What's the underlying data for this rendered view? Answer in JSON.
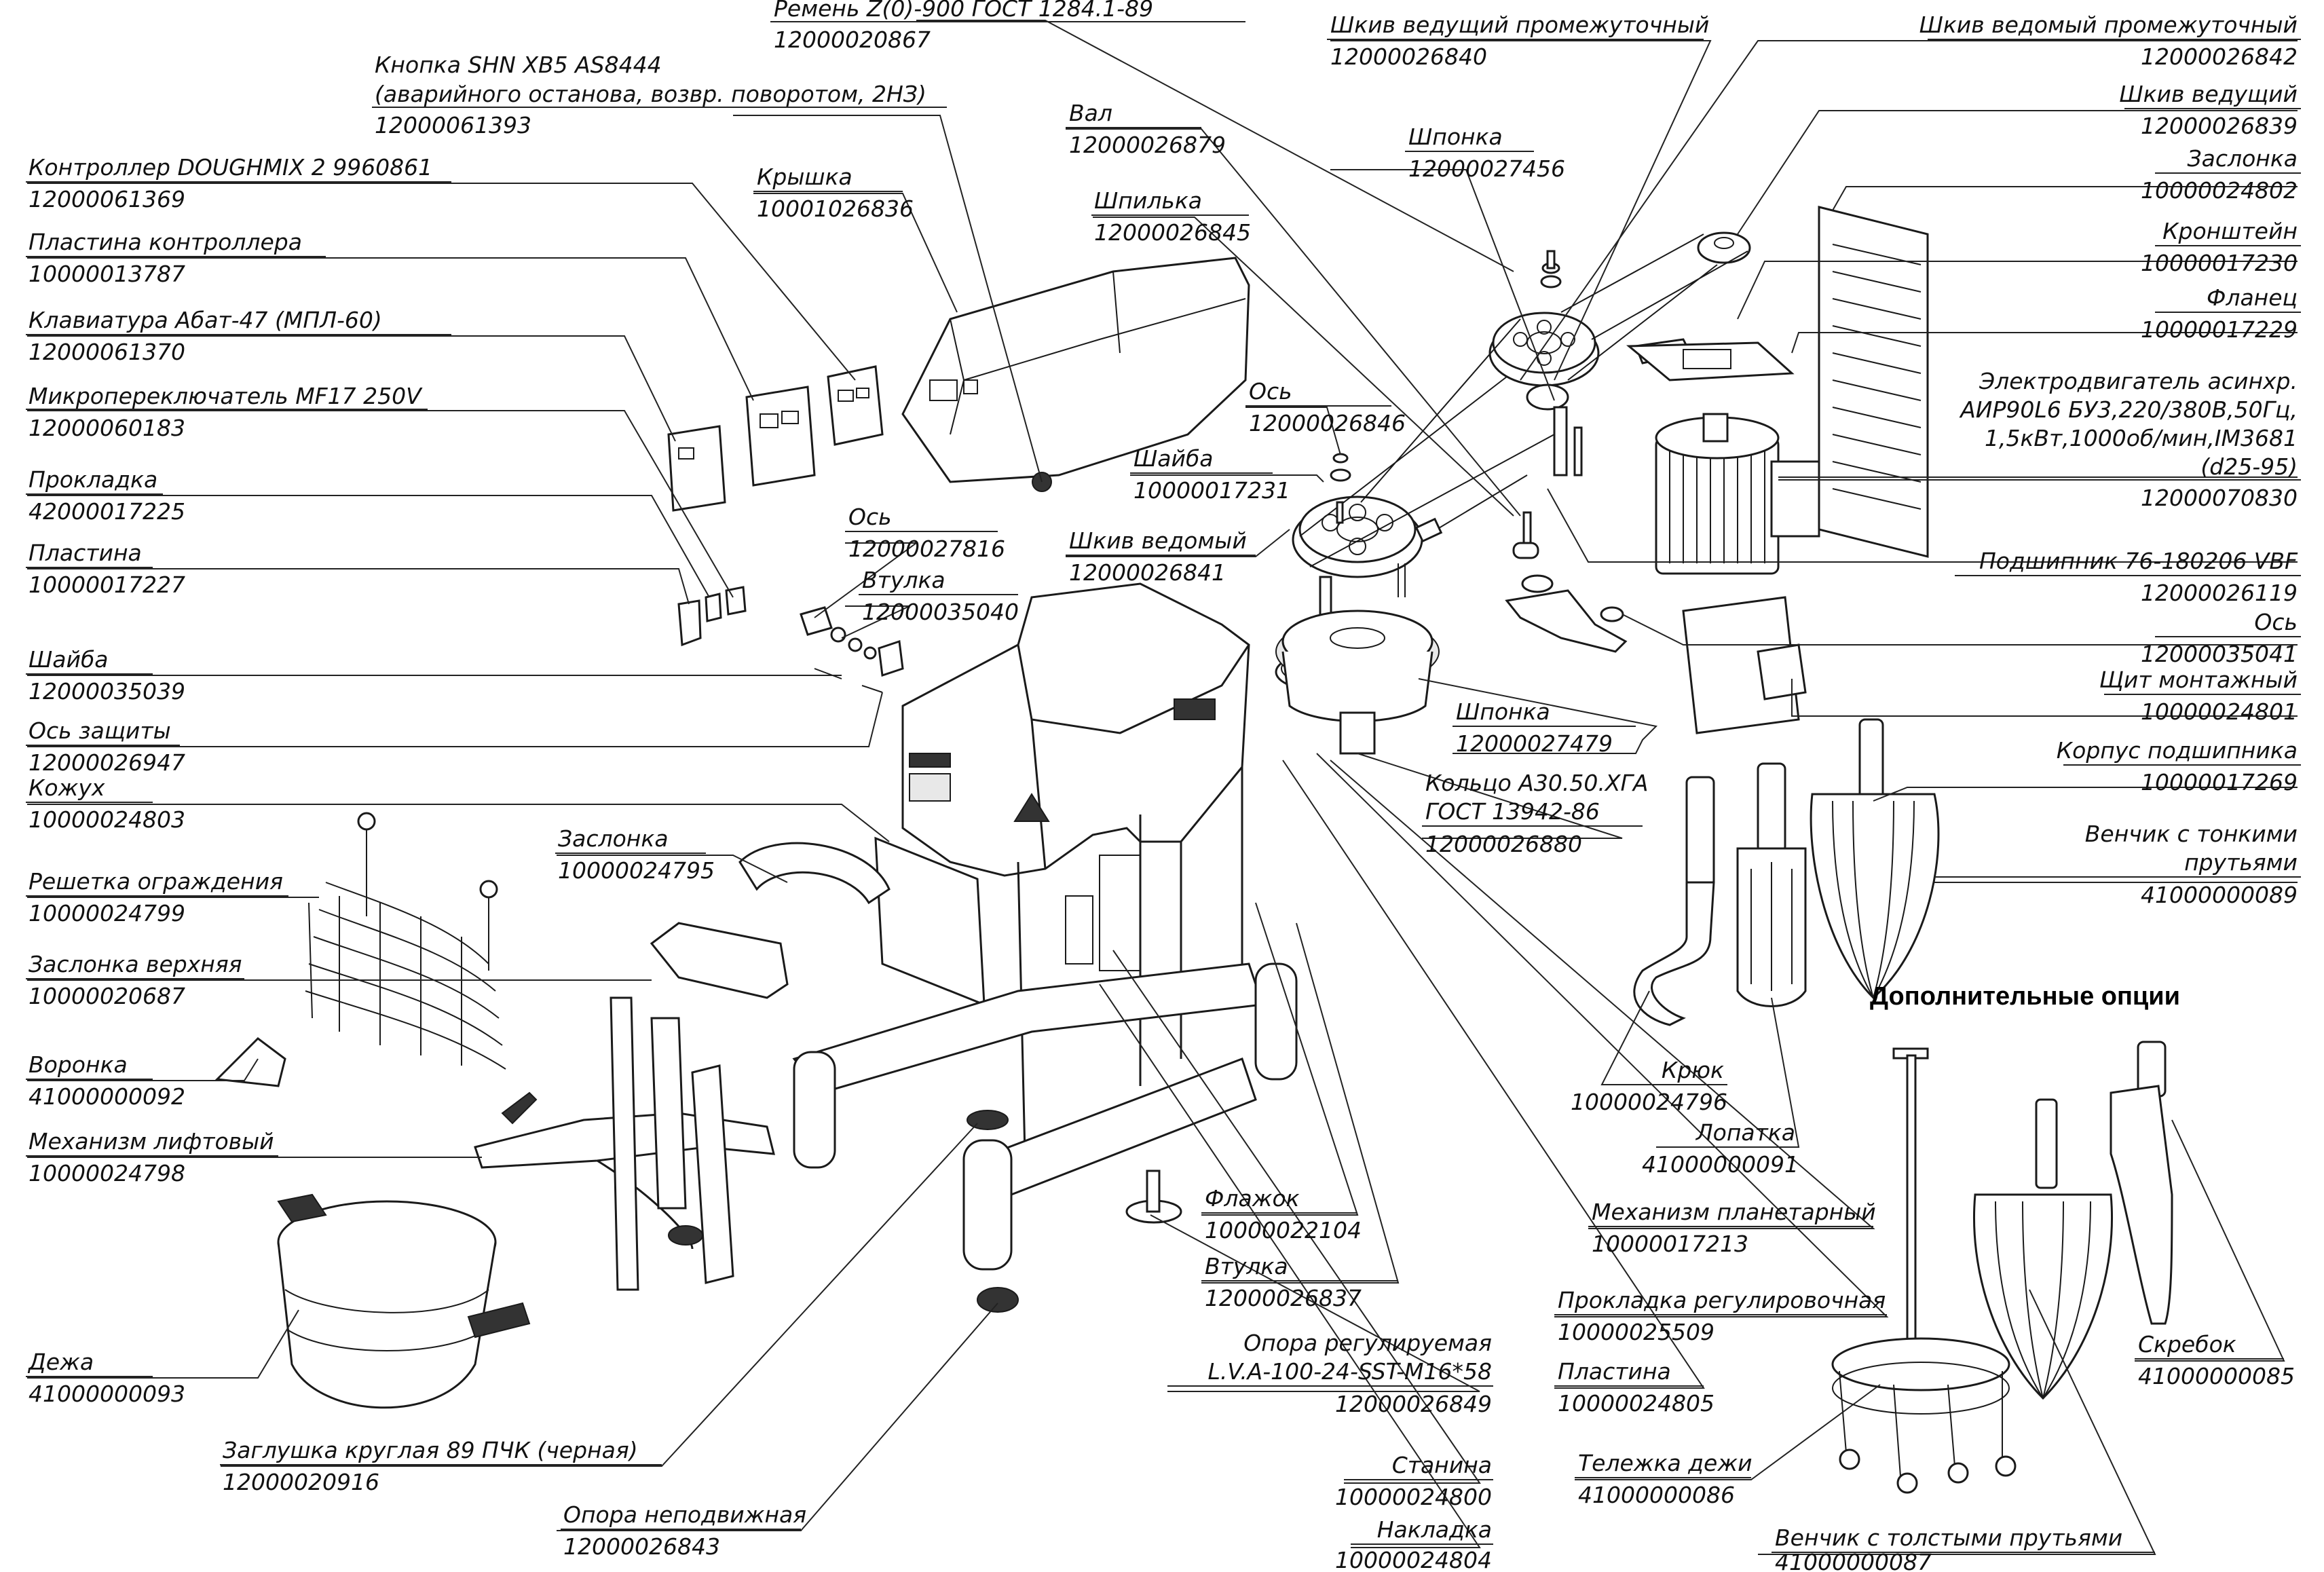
{
  "section_title": "Дополнительные опции",
  "callouts": [
    {
      "id": "remen",
      "name": "Ремень Z(0)-900 ГОСТ 1284.1-89",
      "code": "12000020867"
    },
    {
      "id": "knopka",
      "name": "Кнопка SHN XB5 AS8444",
      "name2": "(аварийного останова, возвр. поворотом, 2НЗ)",
      "code": "12000061393"
    },
    {
      "id": "kontroller",
      "name": "Контроллер DOUGHMIX 2 9960861",
      "code": "12000061369"
    },
    {
      "id": "plastina-kontrollera",
      "name": "Пластина контроллера",
      "code": "10000013787"
    },
    {
      "id": "klaviatura",
      "name": "Клавиатура Абат-47  (МПЛ-60)",
      "code": "12000061370"
    },
    {
      "id": "mikropereklyuchatel",
      "name": "Микропереключатель MF17 250V",
      "code": "12000060183"
    },
    {
      "id": "prokladka",
      "name": "Прокладка",
      "code": "42000017225"
    },
    {
      "id": "plastina-1",
      "name": "Пластина",
      "code": "10000017227"
    },
    {
      "id": "shayba-1",
      "name": "Шайба",
      "code": "12000035039"
    },
    {
      "id": "os-zashchity",
      "name": "Ось защиты",
      "code": "12000026947"
    },
    {
      "id": "kozhukh",
      "name": "Кожух",
      "code": "10000024803"
    },
    {
      "id": "reshetka",
      "name": "Решетка ограждения",
      "code": "10000024799"
    },
    {
      "id": "zaslonka-verkhnyaya",
      "name": "Заслонка верхняя",
      "code": "10000020687"
    },
    {
      "id": "voronka",
      "name": "Воронка",
      "code": "41000000092"
    },
    {
      "id": "mekhanizm-liftovyy",
      "name": "Механизм лифтовый",
      "code": "10000024798"
    },
    {
      "id": "dezha",
      "name": "Дежа",
      "code": "41000000093"
    },
    {
      "id": "zaglushka",
      "name": "Заглушка круглая 89 ПЧК (черная)",
      "code": "12000020916"
    },
    {
      "id": "opora-nepodvizhnaya",
      "name": "Опора неподвижная",
      "code": "12000026843"
    },
    {
      "id": "kryshka",
      "name": "Крышка",
      "code": "10001026836"
    },
    {
      "id": "val",
      "name": "Вал",
      "code": "12000026879"
    },
    {
      "id": "shpilka",
      "name": "Шпилька",
      "code": "12000026845"
    },
    {
      "id": "os-1",
      "name": "Ось",
      "code": "12000026846"
    },
    {
      "id": "shayba-2",
      "name": "Шайба",
      "code": "10000017231"
    },
    {
      "id": "shkiv-vedomyy",
      "name": "Шкив ведомый",
      "code": "12000026841"
    },
    {
      "id": "os-2",
      "name": "Ось",
      "code": "12000027816"
    },
    {
      "id": "vtulka-1",
      "name": "Втулка",
      "code": "12000035040"
    },
    {
      "id": "zaslonka-1",
      "name": "Заслонка",
      "code": "10000024795"
    },
    {
      "id": "shkiv-ved-promezh",
      "name": "Шкив ведущий промежуточный",
      "code": "12000026840"
    },
    {
      "id": "shponka-1",
      "name": "Шпонка",
      "code": "12000027456"
    },
    {
      "id": "shponka-2",
      "name": "Шпонка",
      "code": "12000027479"
    },
    {
      "id": "koltso",
      "name": "Кольцо А30.50.ХГА",
      "name2": "ГОСТ 13942-86",
      "code": "12000026880"
    },
    {
      "id": "shkiv-vedomyy-promezh",
      "name": "Шкив ведомый промежуточный",
      "code": "12000026842"
    },
    {
      "id": "shkiv-vedushchiy",
      "name": "Шкив ведущий",
      "code": "12000026839"
    },
    {
      "id": "zaslonka-2",
      "name": "Заслонка",
      "code": "10000024802"
    },
    {
      "id": "kronshteyn",
      "name": "Кронштейн",
      "code": "10000017230"
    },
    {
      "id": "flanets",
      "name": "Фланец",
      "code": "10000017229"
    },
    {
      "id": "elektrodvigatel",
      "name": "Электродвигатель асинхр.",
      "name2": "АИР90L6 БУ3,220/380В,50Гц,",
      "name3": "1,5кВт,1000об/мин,IM3681",
      "name4": "(d25-95)",
      "code": "12000070830"
    },
    {
      "id": "podshipnik",
      "name": "Подшипник 76-180206 VBF",
      "code": "12000026119"
    },
    {
      "id": "os-3",
      "name": "Ось",
      "code": "12000035041"
    },
    {
      "id": "shchit",
      "name": "Щит монтажный",
      "code": "10000024801"
    },
    {
      "id": "korpus-podshipnika",
      "name": "Корпус подшипника",
      "code": "10000017269"
    },
    {
      "id": "venchik-tonkie",
      "name": "Венчик с тонкими",
      "name2": "прутьями",
      "code": "41000000089"
    },
    {
      "id": "kryuk",
      "name": "Крюк",
      "code": "10000024796"
    },
    {
      "id": "lopatka",
      "name": "Лопатка",
      "code": "41000000091"
    },
    {
      "id": "mekhanizm-planetarnyy",
      "name": "Механизм планетарный",
      "code": "10000017213"
    },
    {
      "id": "prokladka-reg",
      "name": "Прокладка регулировочная",
      "code": "10000025509"
    },
    {
      "id": "plastina-2",
      "name": "Пластина",
      "code": "10000024805"
    },
    {
      "id": "flazhok",
      "name": "Флажок",
      "code": "10000022104"
    },
    {
      "id": "vtulka-2",
      "name": "Втулка",
      "code": "12000026837"
    },
    {
      "id": "opora-reguliruemaya",
      "name": "Опора регулируемая",
      "name2": "L.V.A-100-24-SST-M16*58",
      "code": "12000026849"
    },
    {
      "id": "stanina",
      "name": "Станина",
      "code": "10000024800"
    },
    {
      "id": "nakladka",
      "name": "Накладка",
      "code": "10000024804"
    },
    {
      "id": "telezhka",
      "name": "Тележка дежи",
      "code": "41000000086"
    },
    {
      "id": "venchik-tolstye",
      "name": "Венчик с толстыми прутьями",
      "code": "41000000087"
    },
    {
      "id": "skrebok",
      "name": "Скребок",
      "code": "41000000085"
    }
  ]
}
